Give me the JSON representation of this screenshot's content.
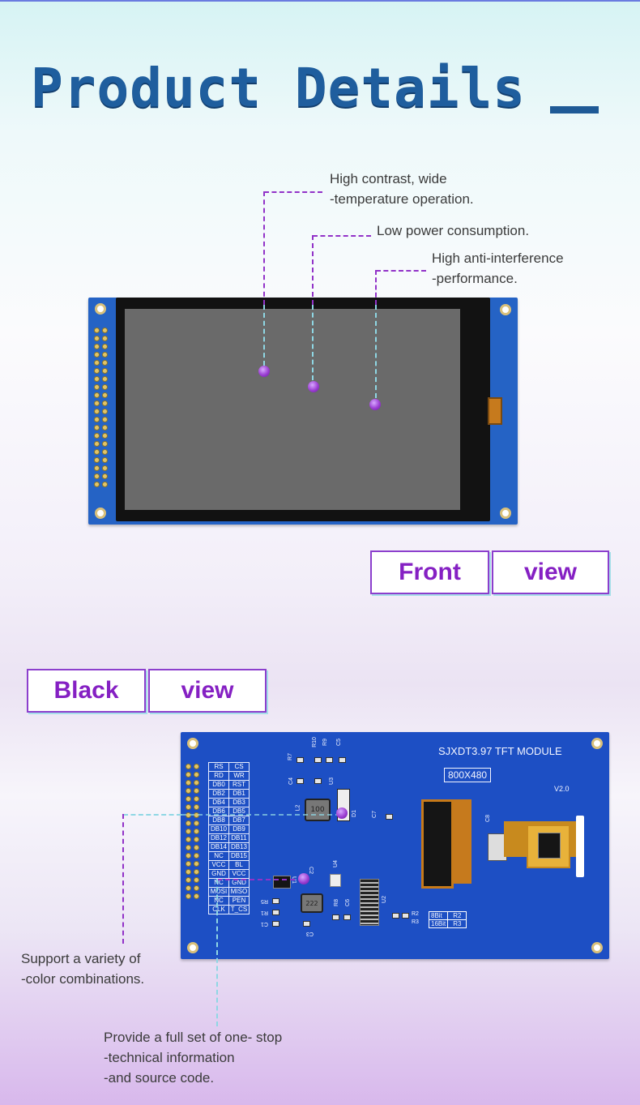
{
  "page": {
    "title": "Product Details"
  },
  "front": {
    "features": [
      {
        "line1": "High contrast, wide",
        "line2": "-temperature operation."
      },
      {
        "line1": "Low power consumption.",
        "line2": ""
      },
      {
        "line1": "High anti-interference",
        "line2": "-performance."
      }
    ],
    "label": [
      "Front",
      "view"
    ]
  },
  "back": {
    "label": [
      "Black",
      "view"
    ],
    "module_name": "SJXDT3.97  TFT MODULE",
    "resolution": "800X480",
    "version": "V2.0",
    "inductor_value": "100",
    "inductor2_value": "222",
    "bus_table": [
      [
        "8Bit",
        "R2"
      ],
      [
        "16Bit",
        "R3"
      ]
    ],
    "pins": [
      [
        "RS",
        "CS"
      ],
      [
        "RD",
        "WR"
      ],
      [
        "DB0",
        "RST"
      ],
      [
        "DB2",
        "DB1"
      ],
      [
        "DB4",
        "DB3"
      ],
      [
        "DB6",
        "DB5"
      ],
      [
        "DB8",
        "DB7"
      ],
      [
        "DB10",
        "DB9"
      ],
      [
        "DB12",
        "DB11"
      ],
      [
        "DB14",
        "DB13"
      ],
      [
        "NC",
        "DB15"
      ],
      [
        "VCC",
        "BL"
      ],
      [
        "GND",
        "VCC"
      ],
      [
        "NC",
        "GND"
      ],
      [
        "MOSI",
        "MISO"
      ],
      [
        "NC",
        "PEN"
      ],
      [
        "CLK",
        "T_CS"
      ]
    ],
    "component_refs": [
      "R7",
      "R10",
      "R9",
      "C5",
      "C4",
      "U3",
      "D1",
      "L2",
      "C7",
      "U1",
      "C2",
      "U4",
      "R5",
      "R1",
      "C1",
      "C3",
      "R8",
      "C6",
      "U2",
      "R2",
      "R3",
      "C8"
    ],
    "features": [
      {
        "line1": "Support a variety of",
        "line2": "-color combinations.",
        "line3": ""
      },
      {
        "line1": "Provide a full set of one- stop",
        "line2": "-technical information",
        "line3": "-and source code."
      }
    ]
  }
}
